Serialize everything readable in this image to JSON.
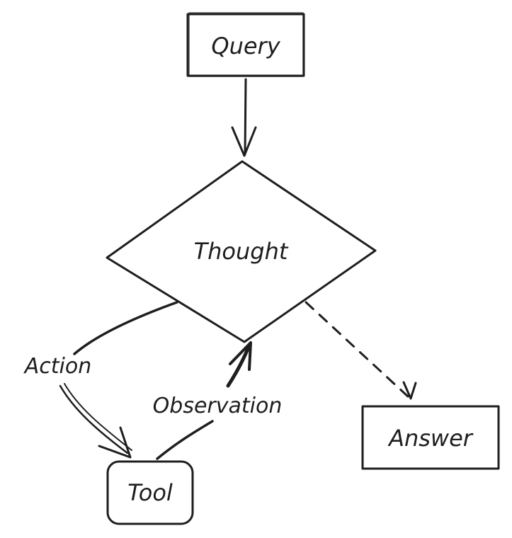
{
  "nodes": {
    "query": "Query",
    "thought": "Thought",
    "tool": "Tool",
    "answer": "Answer"
  },
  "edges": {
    "action": "Action",
    "observation": "Observation"
  },
  "colors": {
    "ink": "#1e1e1e",
    "background": "#ffffff"
  }
}
